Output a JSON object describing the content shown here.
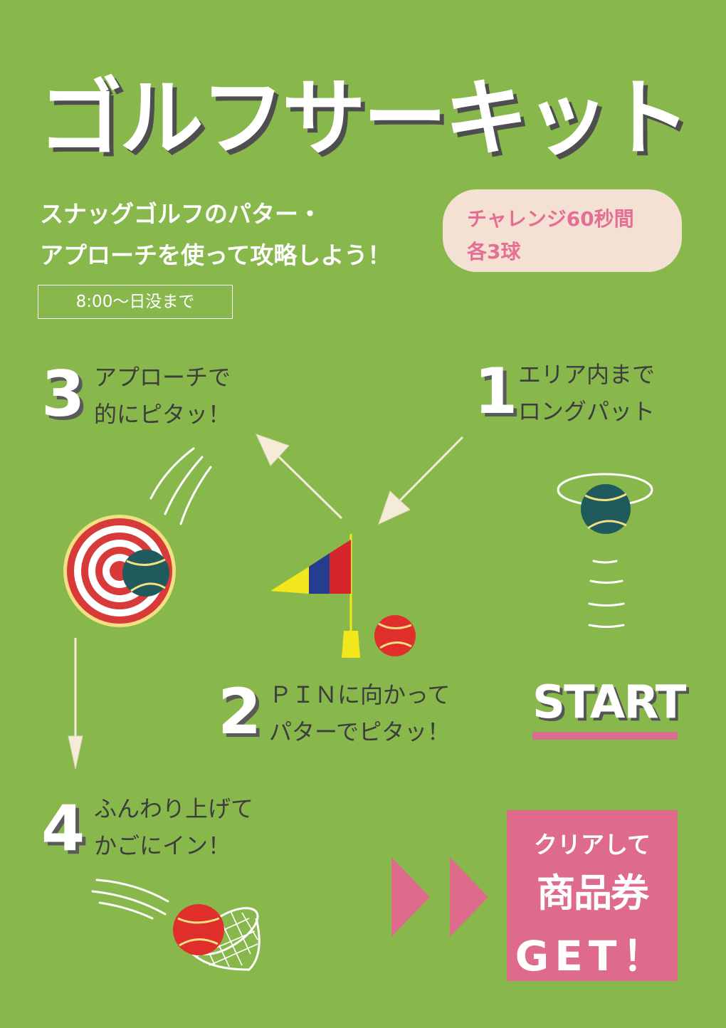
{
  "title": "ゴルフサーキット",
  "subtitle": {
    "line1": "スナッグゴルフのパター・",
    "line2": "アプローチを使って攻略しよう！"
  },
  "challenge": {
    "line1": "チャレンジ60秒間",
    "line2": "各3球"
  },
  "hours": "8:00〜日没まで",
  "steps": [
    {
      "number": "1",
      "line1": "エリア内まで",
      "line2": "ロングパット"
    },
    {
      "number": "2",
      "line1": "ＰＩＮに向かって",
      "line2": "パターでピタッ！"
    },
    {
      "number": "3",
      "line1": "アプローチで",
      "line2": "的にピタッ！"
    },
    {
      "number": "4",
      "line1": "ふんわり上げて",
      "line2": "かごにイン！"
    }
  ],
  "start": "START",
  "prize": {
    "line1": "クリアして",
    "line2": "商品券",
    "line3": "GET！"
  },
  "colors": {
    "background": "#88b84c",
    "accent_pink": "#de6b8b",
    "challenge_bg": "#f5e1d3",
    "ball_teal": "#1f5a5c",
    "ball_red": "#e02e2a",
    "flag_yellow": "#f2e61c",
    "flag_blue": "#263d8f",
    "flag_red": "#d7262b"
  }
}
